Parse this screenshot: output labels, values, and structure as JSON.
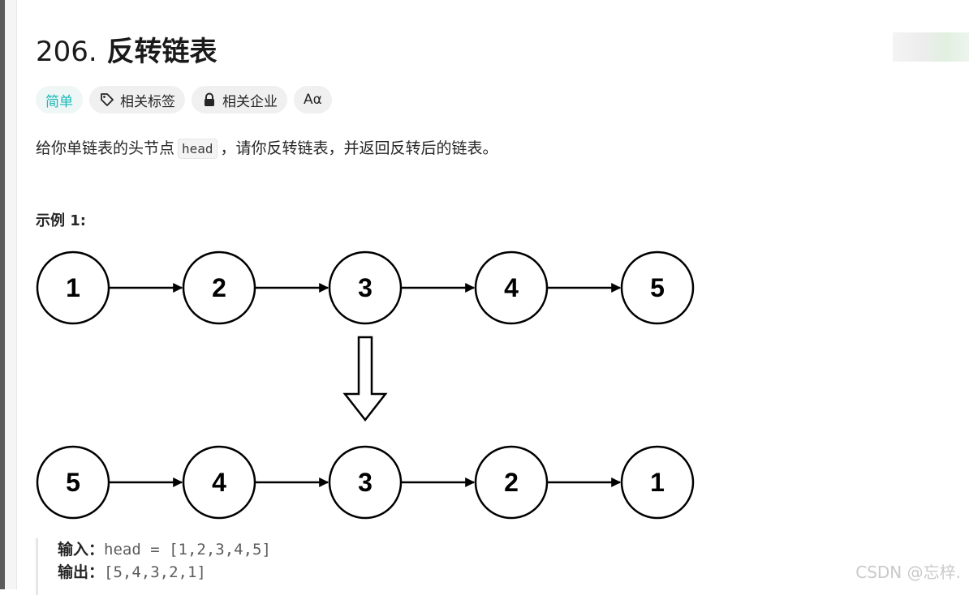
{
  "problem": {
    "number": "206.",
    "title": "反转链表"
  },
  "tags": {
    "difficulty": "简单",
    "related_tags": "相关标签",
    "related_companies": "相关企业",
    "font_toggle": "Aα"
  },
  "description": {
    "prefix": "给你单链表的头节点",
    "code": "head",
    "suffix": "，请你反转链表，并返回反转后的链表。"
  },
  "example": {
    "title": "示例 1:",
    "input_label": "输入：",
    "input_value": "head = [1,2,3,4,5]",
    "output_label": "输出：",
    "output_value": "[5,4,3,2,1]"
  },
  "diagram": {
    "top_row": [
      "1",
      "2",
      "3",
      "4",
      "5"
    ],
    "bottom_row": [
      "5",
      "4",
      "3",
      "2",
      "1"
    ]
  },
  "watermark": "CSDN @忘梓.",
  "colors": {
    "easy": "#1cb8b8",
    "text": "#262626"
  },
  "icons": {
    "tag": "tag-icon",
    "lock": "lock-icon"
  }
}
